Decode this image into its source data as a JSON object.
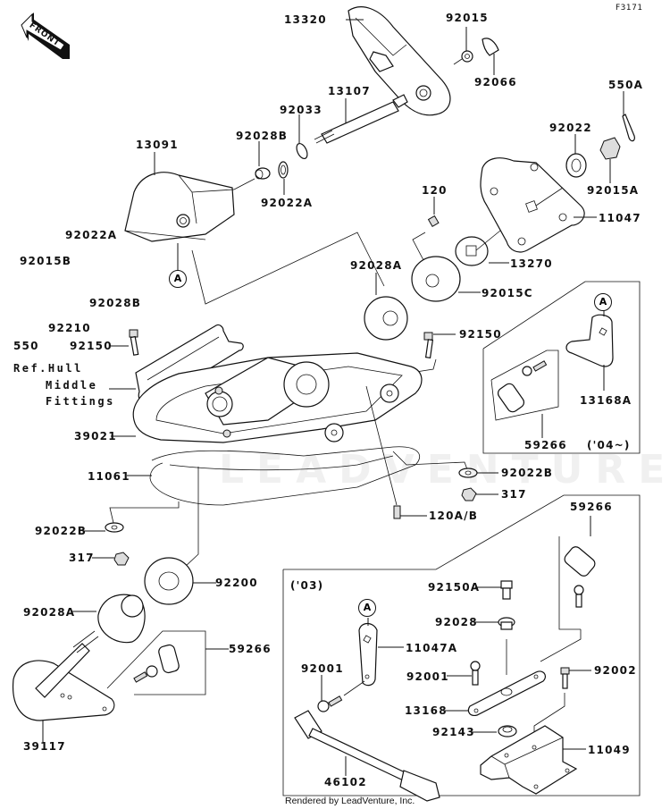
{
  "diagram": {
    "figure_id": "F3171",
    "front_arrow_label": "FRONT",
    "watermark": "LEADVENTURE",
    "credit": "Rendered by LeadVenture, Inc.",
    "callout_letter": "A",
    "reference_note": [
      "Ref.Hull",
      "Middle",
      "Fittings"
    ],
    "year_notes": {
      "box_2004": "('04~)",
      "box_2003": "('03)"
    },
    "part_labels": {
      "p13320": "13320",
      "p92015": "92015",
      "p92066": "92066",
      "p550A": "550A",
      "p13107": "13107",
      "p92033": "92033",
      "p92028B_top": "92028B",
      "p92022A_top": "92022A",
      "p13091": "13091",
      "p92022": "92022",
      "p92015A": "92015A",
      "p11047": "11047",
      "p120": "120",
      "p13270": "13270",
      "p92022A_left": "92022A",
      "p92015B": "92015B",
      "p92028B_left": "92028B",
      "p92210": "92210",
      "p550": "550",
      "p92150_left": "92150",
      "p92028A_mid": "92028A",
      "p92015C": "92015C",
      "p92150_right": "92150",
      "p13168A": "13168A",
      "p59266_04": "59266",
      "p39021": "39021",
      "p11061": "11061",
      "p92022B_right": "92022B",
      "p317_right": "317",
      "p120AB": "120A/B",
      "p92022B_left": "92022B",
      "p317_left": "317",
      "p92200": "92200",
      "p92028A_low": "92028A",
      "p59266_left": "59266",
      "p39117": "39117",
      "p59266_03": "59266",
      "p92150A": "92150A",
      "p92028": "92028",
      "p11047A": "11047A",
      "p92001_left": "92001",
      "p92001_mid": "92001",
      "p92002": "92002",
      "p13168": "13168",
      "p92143": "92143",
      "p11049": "11049",
      "p46102": "46102"
    }
  }
}
